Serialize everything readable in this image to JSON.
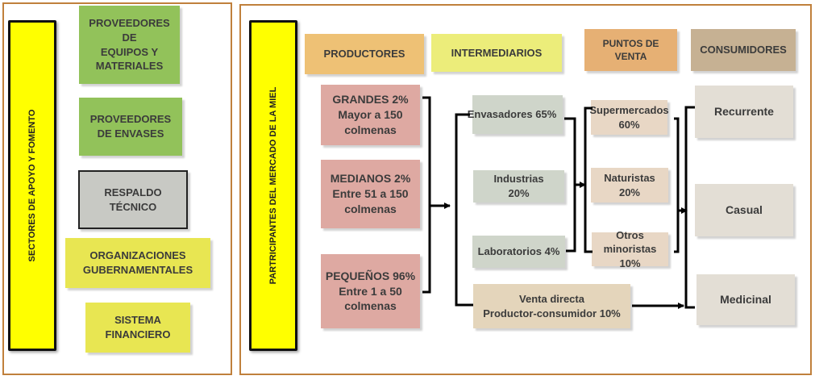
{
  "left_panel": {
    "title": "SECTORES DE APOYO Y FOMENTO",
    "items": [
      {
        "label": "PROVEEDORES\nDE\nEQUIPOS Y\nMATERIALES",
        "color": "#92c25a"
      },
      {
        "label": "PROVEEDORES\nDE ENVASES",
        "color": "#92c25a"
      },
      {
        "label": "RESPALDO\nTÉCNICO",
        "color": "#c8c9c4"
      },
      {
        "label": "ORGANIZACIONES\nGUBERNAMENTALES",
        "color": "#e8e652"
      },
      {
        "label": "SISTEMA\nFINANCIERO",
        "color": "#e8e652"
      }
    ]
  },
  "right_panel": {
    "title": "PARTRICIPANTES DEL MERCADO DE LA MIEL",
    "headers": {
      "productores": "PRODUCTORES",
      "intermediarios": "INTERMEDIARIOS",
      "puntos_venta": "PUNTOS DE\nVENTA",
      "consumidores": "CONSUMIDORES"
    },
    "productores": [
      {
        "label": "GRANDES 2%\nMayor a 150\ncolmenas"
      },
      {
        "label": "MEDIANOS 2%\nEntre 51  a 150\ncolmenas"
      },
      {
        "label": "PEQUEÑOS 96%\nEntre 1 a 50\ncolmenas"
      }
    ],
    "intermediarios": [
      {
        "label": "Envasadores 65%"
      },
      {
        "label": "Industrias\n20%"
      },
      {
        "label": "Laboratorios 4%"
      }
    ],
    "venta_directa": "Venta directa\nProductor-consumidor  10%",
    "puntos_venta": [
      {
        "label": "Supermercados\n60%"
      },
      {
        "label": "Naturistas\n20%"
      },
      {
        "label": "Otros minoristas\n10%"
      }
    ],
    "consumidores": [
      {
        "label": "Recurrente"
      },
      {
        "label": "Casual"
      },
      {
        "label": "Medicinal"
      }
    ]
  },
  "colors": {
    "panel_border": "#c0803c",
    "title_bar": "#ffff00"
  }
}
